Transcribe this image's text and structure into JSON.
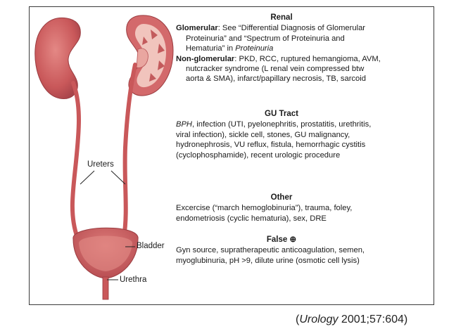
{
  "anatomy_labels": {
    "ureters": "Ureters",
    "bladder": "Bladder",
    "urethra": "Urethra"
  },
  "renal": {
    "title": "Renal",
    "glomerular_label": "Glomerular",
    "glomerular_line1": ": See “Differential Diagnosis of Glomerular",
    "glomerular_line2": "Proteinuria” and “Spectrum of Proteinuria and",
    "glomerular_line3_a": "Hematuria” in ",
    "glomerular_line3_b": "Proteinuria",
    "nonglomerular_label": "Non-glomerular",
    "nonglomerular_line1": ": PKD, RCC, ruptured hemangioma, AVM,",
    "nonglomerular_line2": "nutcracker syndrome (L renal vein compressed btw",
    "nonglomerular_line3": "aorta & SMA), infarct/papillary necrosis, TB, sarcoid"
  },
  "gu_tract": {
    "title": "GU Tract",
    "line1_a": "BPH",
    "line1_b": ", infection (UTI, pyelonephritis, prostatitis, urethritis,",
    "line2": "viral infection), sickle cell, stones, GU malignancy,",
    "line3": "hydronephrosis, VU reflux, fistula, hemorrhagic cystitis",
    "line4": "(cyclophosphamide), recent urologic procedure"
  },
  "other": {
    "title": "Other",
    "line1": "Excercise (“march hemoglobinuria”), trauma, foley,",
    "line2": "endometriosis (cyclic hematuria), sex, DRE"
  },
  "false_positive": {
    "title": "False ⊕",
    "line1": "Gyn source, supratherapeutic anticoagulation, semen,",
    "line2": "myoglubinuria, pH >9, dilute urine (osmotic cell lysis)"
  },
  "citation": {
    "journal": "Urology",
    "rest": " 2001;57:604)",
    "open": "("
  },
  "colors": {
    "organ": "#c9585a",
    "organ_dark": "#a43b40",
    "organ_light": "#e7a3a0",
    "border": "#3a3a3a"
  }
}
